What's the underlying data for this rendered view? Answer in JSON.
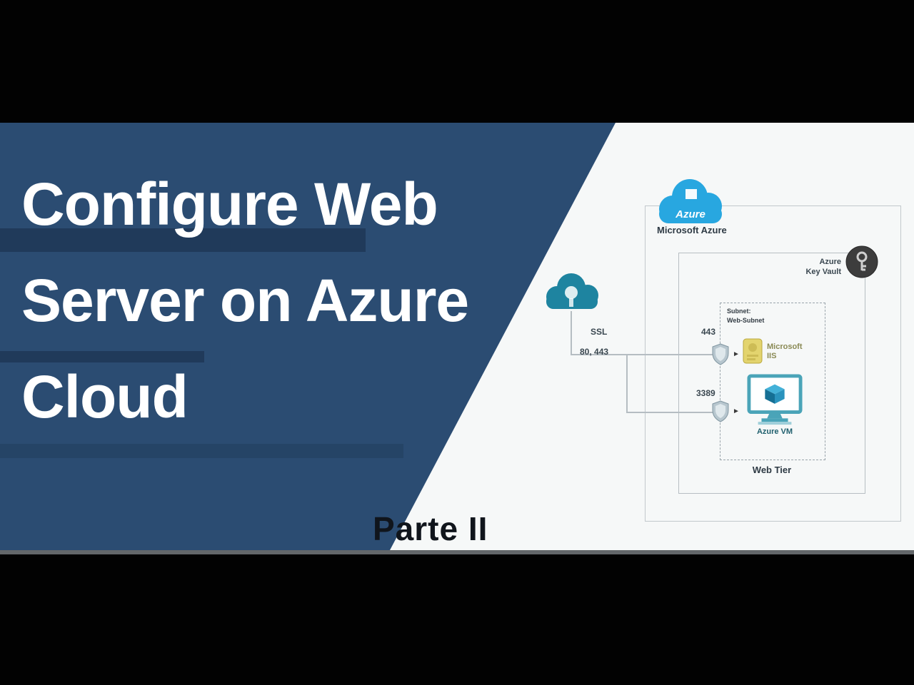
{
  "title": {
    "line1": "Configure Web",
    "line2": "Server on Azure",
    "line3": "Cloud"
  },
  "subtitle": "Parte II",
  "diagram": {
    "azure": {
      "cloud_label": "Azure",
      "caption": "Microsoft Azure"
    },
    "key_vault": {
      "label_line1": "Azure",
      "label_line2": "Key Vault"
    },
    "vnet": {
      "subnet_line1": "Subnet:",
      "subnet_line2": "Web-Subnet",
      "tier_label": "Web Tier"
    },
    "traffic": {
      "ssl": "SSL",
      "ports": "80, 443",
      "http_port": "443",
      "rdp_port": "3389"
    },
    "iis": {
      "line1": "Microsoft",
      "line2": "IIS"
    },
    "vm": {
      "caption": "Azure VM"
    }
  },
  "icons": {
    "arrow_right": "►"
  },
  "colors": {
    "panel_blue": "#2b4c72",
    "azure_cloud_blue": "#28a7e0",
    "internet_cloud_teal": "#1e84a0",
    "monitor_teal": "#4aa4b8",
    "iis_yellow": "#e3d46e",
    "key_vault_dark": "#3d3d3d",
    "letterbox_black": "#020202",
    "title_white": "#ffffff",
    "subtitle_dark": "#10151c"
  }
}
